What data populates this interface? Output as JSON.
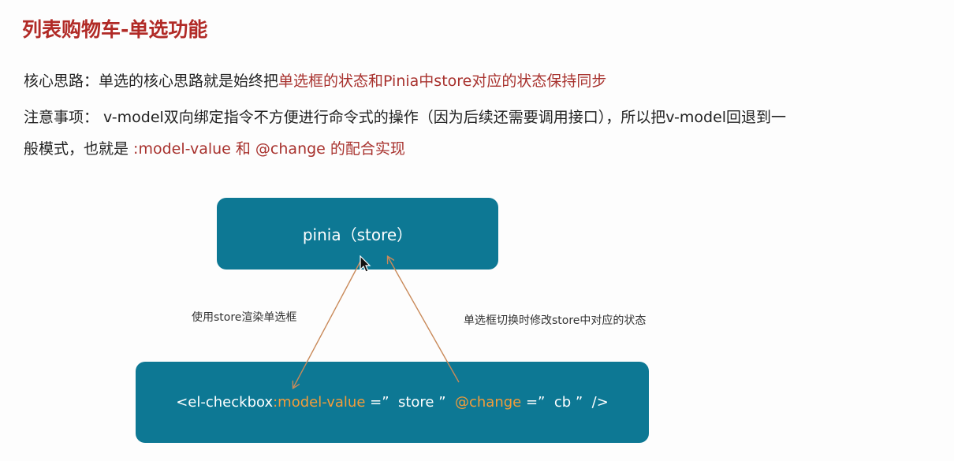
{
  "title": "列表购物车-单选功能",
  "core": {
    "prefix": "核心思路：单选的核心思路就是始终把",
    "highlight": "单选框的状态和Pinia中store对应的状态保持同步"
  },
  "note": {
    "line1": "注意事项： v-model双向绑定指令不方便进行命令式的操作（因为后续还需要调用接口），所以把v-model回退到一",
    "line2_prefix": "般模式，也就是 ",
    "line2_highlight": ":model-value 和 @change 的配合实现"
  },
  "diagram": {
    "top_box": "pinia（store）",
    "bottom_box": {
      "tag_open": "<el-checkbox ",
      "attr1": ":model-value",
      "eq1": " =”  store ”  ",
      "attr2": "@change",
      "eq2": " =”  cb ”  />"
    },
    "left_label": "使用store渲染单选框",
    "right_label": "单选框切换时修改store中对应的状态",
    "colors": {
      "title": "#b12a26",
      "highlight": "#a8322e",
      "box": "#0d7894",
      "attr": "#f39c3a",
      "arrow": "#c98a5a"
    }
  }
}
